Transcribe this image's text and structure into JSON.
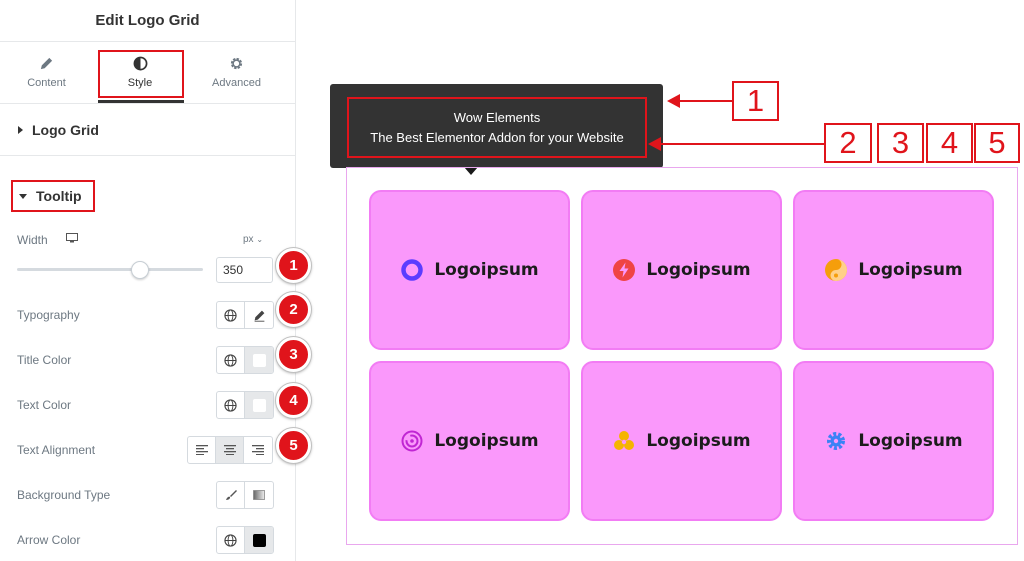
{
  "panel": {
    "title": "Edit Logo Grid",
    "tabs": [
      {
        "label": "Content",
        "icon": "pencil-icon"
      },
      {
        "label": "Style",
        "icon": "half-circle-icon"
      },
      {
        "label": "Advanced",
        "icon": "gear-icon"
      }
    ],
    "sections": {
      "logo_grid": "Logo Grid",
      "tooltip": "Tooltip"
    },
    "controls": {
      "width_label": "Width",
      "width_unit": "px",
      "width_value": "350",
      "typography_label": "Typography",
      "title_color_label": "Title Color",
      "text_color_label": "Text Color",
      "text_alignment_label": "Text Alignment",
      "background_type_label": "Background Type",
      "arrow_color_label": "Arrow Color"
    },
    "slider_fraction": 0.66,
    "badges": [
      "1",
      "2",
      "3",
      "4",
      "5"
    ]
  },
  "tooltip": {
    "title": "Wow Elements",
    "text": "The Best Elementor Addon for your Website"
  },
  "cards": [
    {
      "label": "Logoipsum",
      "icon": "ring-logo-icon",
      "color": "#5b3cff"
    },
    {
      "label": "Logoipsum",
      "icon": "bolt-logo-icon",
      "color": "#ef4444"
    },
    {
      "label": "Logoipsum",
      "icon": "yinyang-logo-icon",
      "color": "#f59e0b"
    },
    {
      "label": "Logoipsum",
      "icon": "swirl-logo-icon",
      "color": "#c026d3"
    },
    {
      "label": "Logoipsum",
      "icon": "trefoil-logo-icon",
      "color": "#f5b400"
    },
    {
      "label": "Logoipsum",
      "icon": "gear-logo-icon",
      "color": "#3b82f6"
    }
  ],
  "callouts": [
    "1",
    "2",
    "3",
    "4",
    "5"
  ],
  "colors": {
    "accent": "#e0141b",
    "card_bg": "#fa98fb",
    "tooltip_bg": "#333333"
  }
}
